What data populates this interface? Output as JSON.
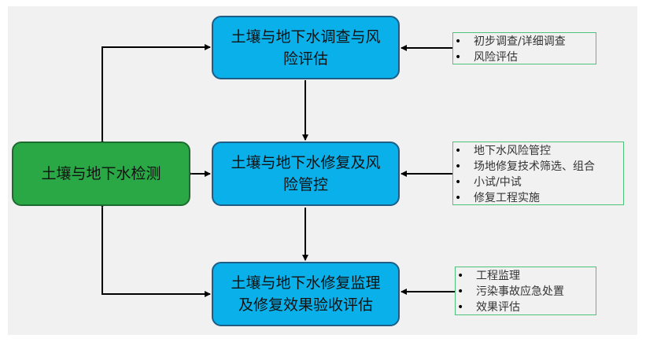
{
  "nodes": {
    "survey": "土壤与地下水调查与风险评估",
    "remediation": "土壤与地下水修复及风险管控",
    "supervision": "土壤与地下水修复监理及修复效果验收评估",
    "monitoring": "土壤与地下水检测"
  },
  "details": {
    "survey": [
      "初步调查/详细调查",
      "风险评估"
    ],
    "remediation": [
      "地下水风险管控",
      "场地修复技术筛选、组合",
      "小试/中试",
      "修复工程实施"
    ],
    "supervision": [
      "工程监理",
      "污染事故应急处置",
      "效果评估"
    ]
  },
  "colors": {
    "process": "#0ab0ea",
    "monitoring": "#2aa845",
    "detail_border": "#4fc27a"
  }
}
